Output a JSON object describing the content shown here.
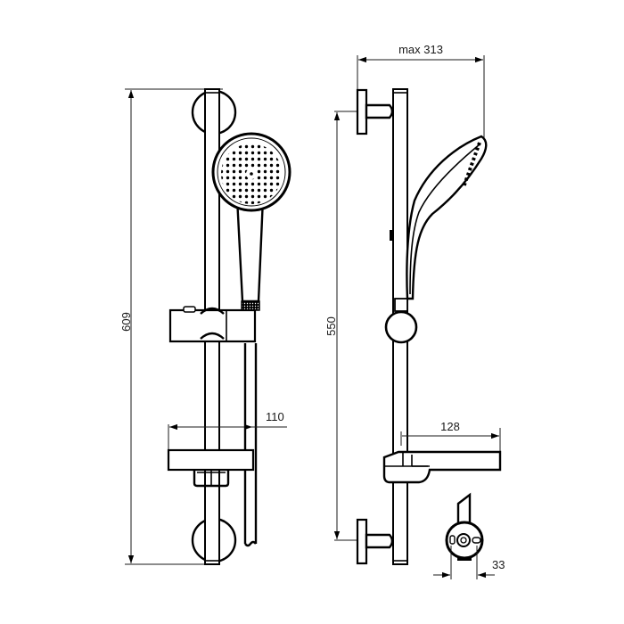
{
  "diagram": {
    "type": "technical-drawing",
    "subject": "shower rail kit with hand shower",
    "views": [
      {
        "name": "front-view",
        "label": ""
      },
      {
        "name": "side-view",
        "label": ""
      },
      {
        "name": "rail-section-view",
        "label": ""
      }
    ],
    "dimensions": {
      "total_height": "609",
      "bracket_spacing": "550",
      "max_projection": "max 313",
      "shelf_width": "110",
      "shelf_depth": "128",
      "rail_section": "33"
    },
    "colors": {
      "line": "#000000",
      "background": "#ffffff"
    }
  }
}
